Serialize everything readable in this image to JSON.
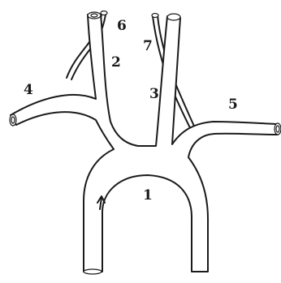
{
  "diagram": {
    "labels": [
      "1",
      "2",
      "3",
      "4",
      "5",
      "6",
      "7"
    ]
  },
  "colors": {
    "ink": "#1a1a1a",
    "background": "#ffffff"
  }
}
